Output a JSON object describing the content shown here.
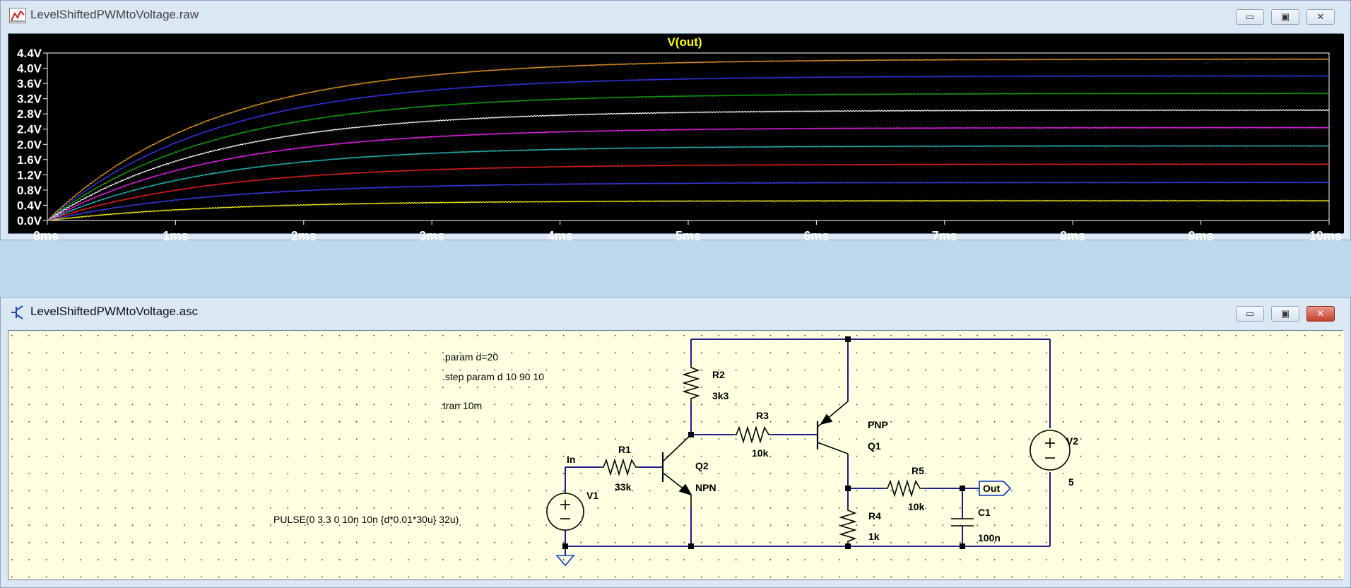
{
  "plot_window": {
    "title": "LevelShiftedPWMtoVoltage.raw",
    "trace_label": "V(out)",
    "minimize": "▭",
    "maximize": "▣",
    "close": "✕"
  },
  "schematic_window": {
    "title": "LevelShiftedPWMtoVoltage.asc",
    "minimize": "▭",
    "maximize": "▣",
    "close": "✕",
    "directives": [
      ".param d=20",
      ".step param d 10 90 10",
      ".tran 10m"
    ],
    "v1_source": "PULSE(0 3.3 0 10n 10n {d*0.01*30u} 32u)",
    "labels": {
      "r1": "R1",
      "r1_value": "33k",
      "r2": "R2",
      "r2_value": "3k3",
      "r3": "R3",
      "r3_value": "10k",
      "r4": "R4",
      "r4_value": "1k",
      "r5": "R5",
      "r5_value": "10k",
      "c1": "C1",
      "c1_value": "100n",
      "q1": "Q1",
      "q1_type": "PNP",
      "q2": "Q2",
      "q2_type": "NPN",
      "v1": "V1",
      "v2": "V2",
      "v2_value": "5",
      "net_in": "In",
      "net_out": "Out"
    }
  },
  "colors": {
    "plot_background": "#000000",
    "schematic_background": "#ffffe1",
    "trace_title": "#ffff00"
  },
  "chart_data": {
    "type": "line",
    "title": "V(out)",
    "xlabel": "",
    "ylabel": "",
    "x_unit": "ms",
    "y_unit": "V",
    "xlim": [
      0,
      10
    ],
    "ylim": [
      0,
      4.4
    ],
    "x_ticks": [
      "0ms",
      "1ms",
      "2ms",
      "3ms",
      "4ms",
      "5ms",
      "6ms",
      "7ms",
      "8ms",
      "9ms",
      "10ms"
    ],
    "y_ticks": [
      "0.0V",
      "0.4V",
      "0.8V",
      "1.2V",
      "1.6V",
      "2.0V",
      "2.4V",
      "2.8V",
      "3.2V",
      "3.6V",
      "4.0V",
      "4.4V"
    ],
    "grid": false,
    "legend": "none",
    "time_constant_ms": 1.3,
    "series": [
      {
        "color": "#ffff00",
        "final_value": 0.52
      },
      {
        "color": "#4040ff",
        "final_value": 1.0
      },
      {
        "color": "#ff2020",
        "final_value": 1.48
      },
      {
        "color": "#20c8c8",
        "final_value": 1.96
      },
      {
        "color": "#ff20ff",
        "final_value": 2.44
      },
      {
        "color": "#ffffff",
        "final_value": 2.9
      },
      {
        "color": "#10b010",
        "final_value": 3.34
      },
      {
        "color": "#3838ff",
        "final_value": 3.8
      },
      {
        "color": "#f0a020",
        "final_value": 4.24
      }
    ]
  }
}
